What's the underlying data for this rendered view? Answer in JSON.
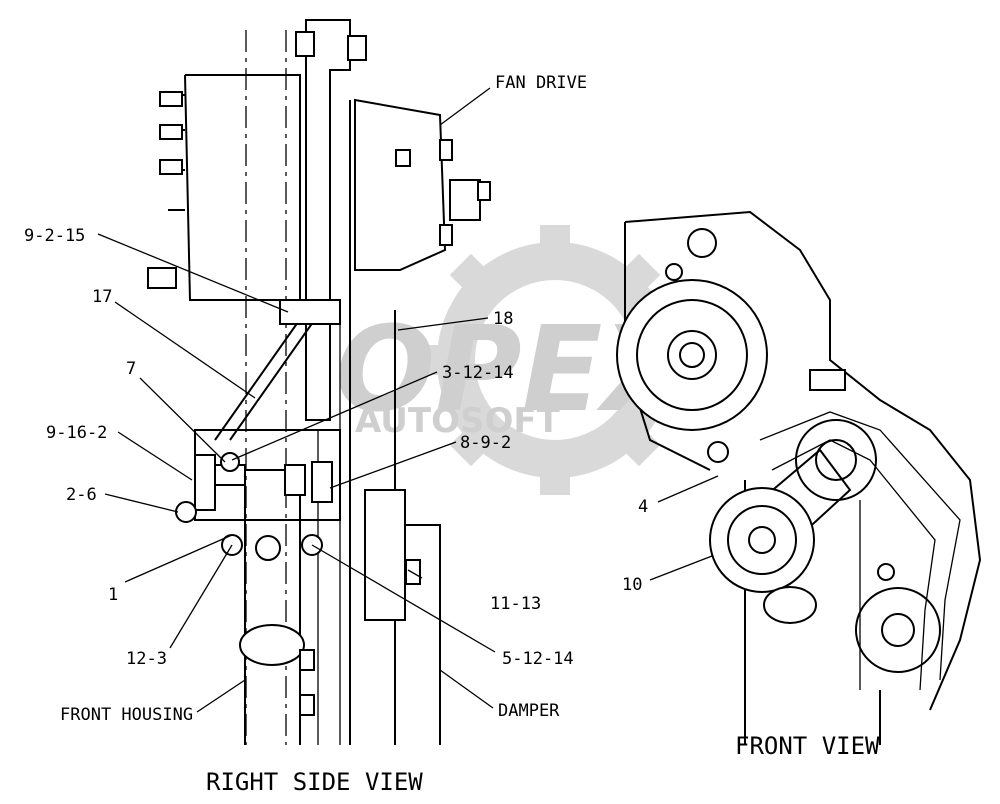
{
  "views": {
    "right_side": "RIGHT SIDE VIEW",
    "front": "FRONT VIEW"
  },
  "labels": {
    "fan_drive": "FAN DRIVE",
    "front_housing": "FRONT HOUSING",
    "damper": "DAMPER",
    "c_9_2_15": "9-2-15",
    "c_17": "17",
    "c_18": "18",
    "c_7": "7",
    "c_3_12_14": "3-12-14",
    "c_9_16_2": "9-16-2",
    "c_8_9_2": "8-9-2",
    "c_2_6": "2-6",
    "c_1": "1",
    "c_11_13": "11-13",
    "c_12_3": "12-3",
    "c_5_12_14": "5-12-14",
    "c_4": "4",
    "c_10": "10"
  },
  "watermark": {
    "logo": "OPEX",
    "sub": "AUTOSOFT"
  }
}
